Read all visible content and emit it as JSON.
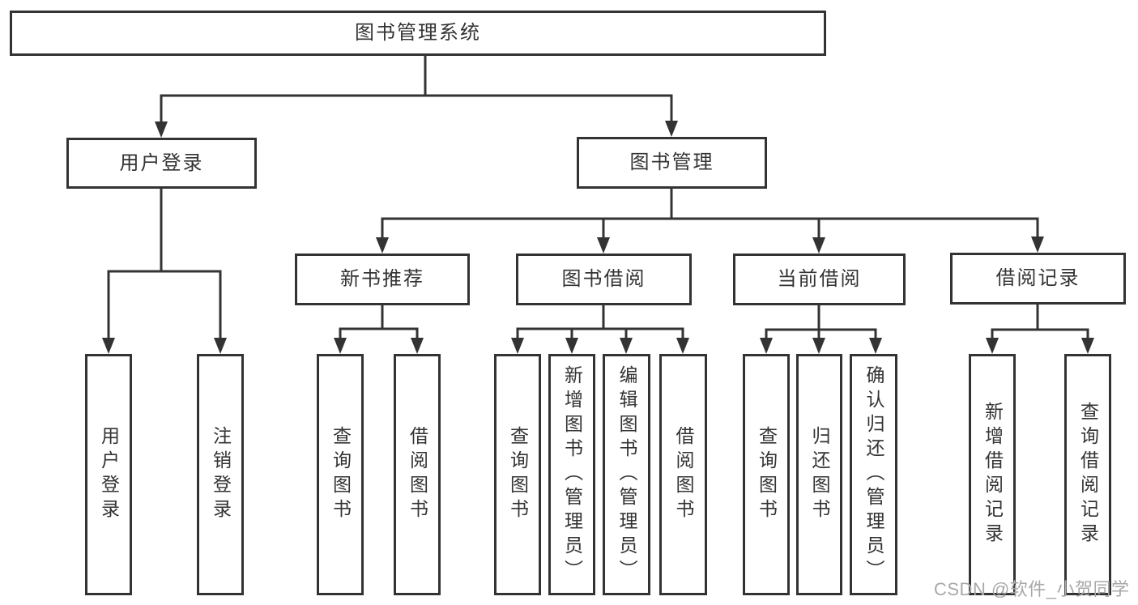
{
  "diagram": {
    "title": "图书管理系统",
    "children": [
      {
        "label": "用户登录",
        "children": [
          {
            "label": "用户登录"
          },
          {
            "label": "注销登录"
          }
        ]
      },
      {
        "label": "图书管理",
        "children": [
          {
            "label": "新书推荐",
            "children": [
              {
                "label": "查询图书"
              },
              {
                "label": "借阅图书"
              }
            ]
          },
          {
            "label": "图书借阅",
            "children": [
              {
                "label": "查询图书"
              },
              {
                "label": "新增图书（管理员）"
              },
              {
                "label": "编辑图书（管理员）"
              },
              {
                "label": "借阅图书"
              }
            ]
          },
          {
            "label": "当前借阅",
            "children": [
              {
                "label": "查询图书"
              },
              {
                "label": "归还图书"
              },
              {
                "label": "确认归还（管理员）"
              }
            ]
          },
          {
            "label": "借阅记录",
            "children": [
              {
                "label": "新增借阅记录"
              },
              {
                "label": "查询借阅记录"
              }
            ]
          }
        ]
      }
    ]
  },
  "watermark": {
    "text": "CSDN @软件_小贺同学",
    "color": "#a8a8a8"
  },
  "colors": {
    "line": "#333333",
    "text": "#333333",
    "box_background": "#ffffff",
    "page_background": "#ffffff"
  }
}
